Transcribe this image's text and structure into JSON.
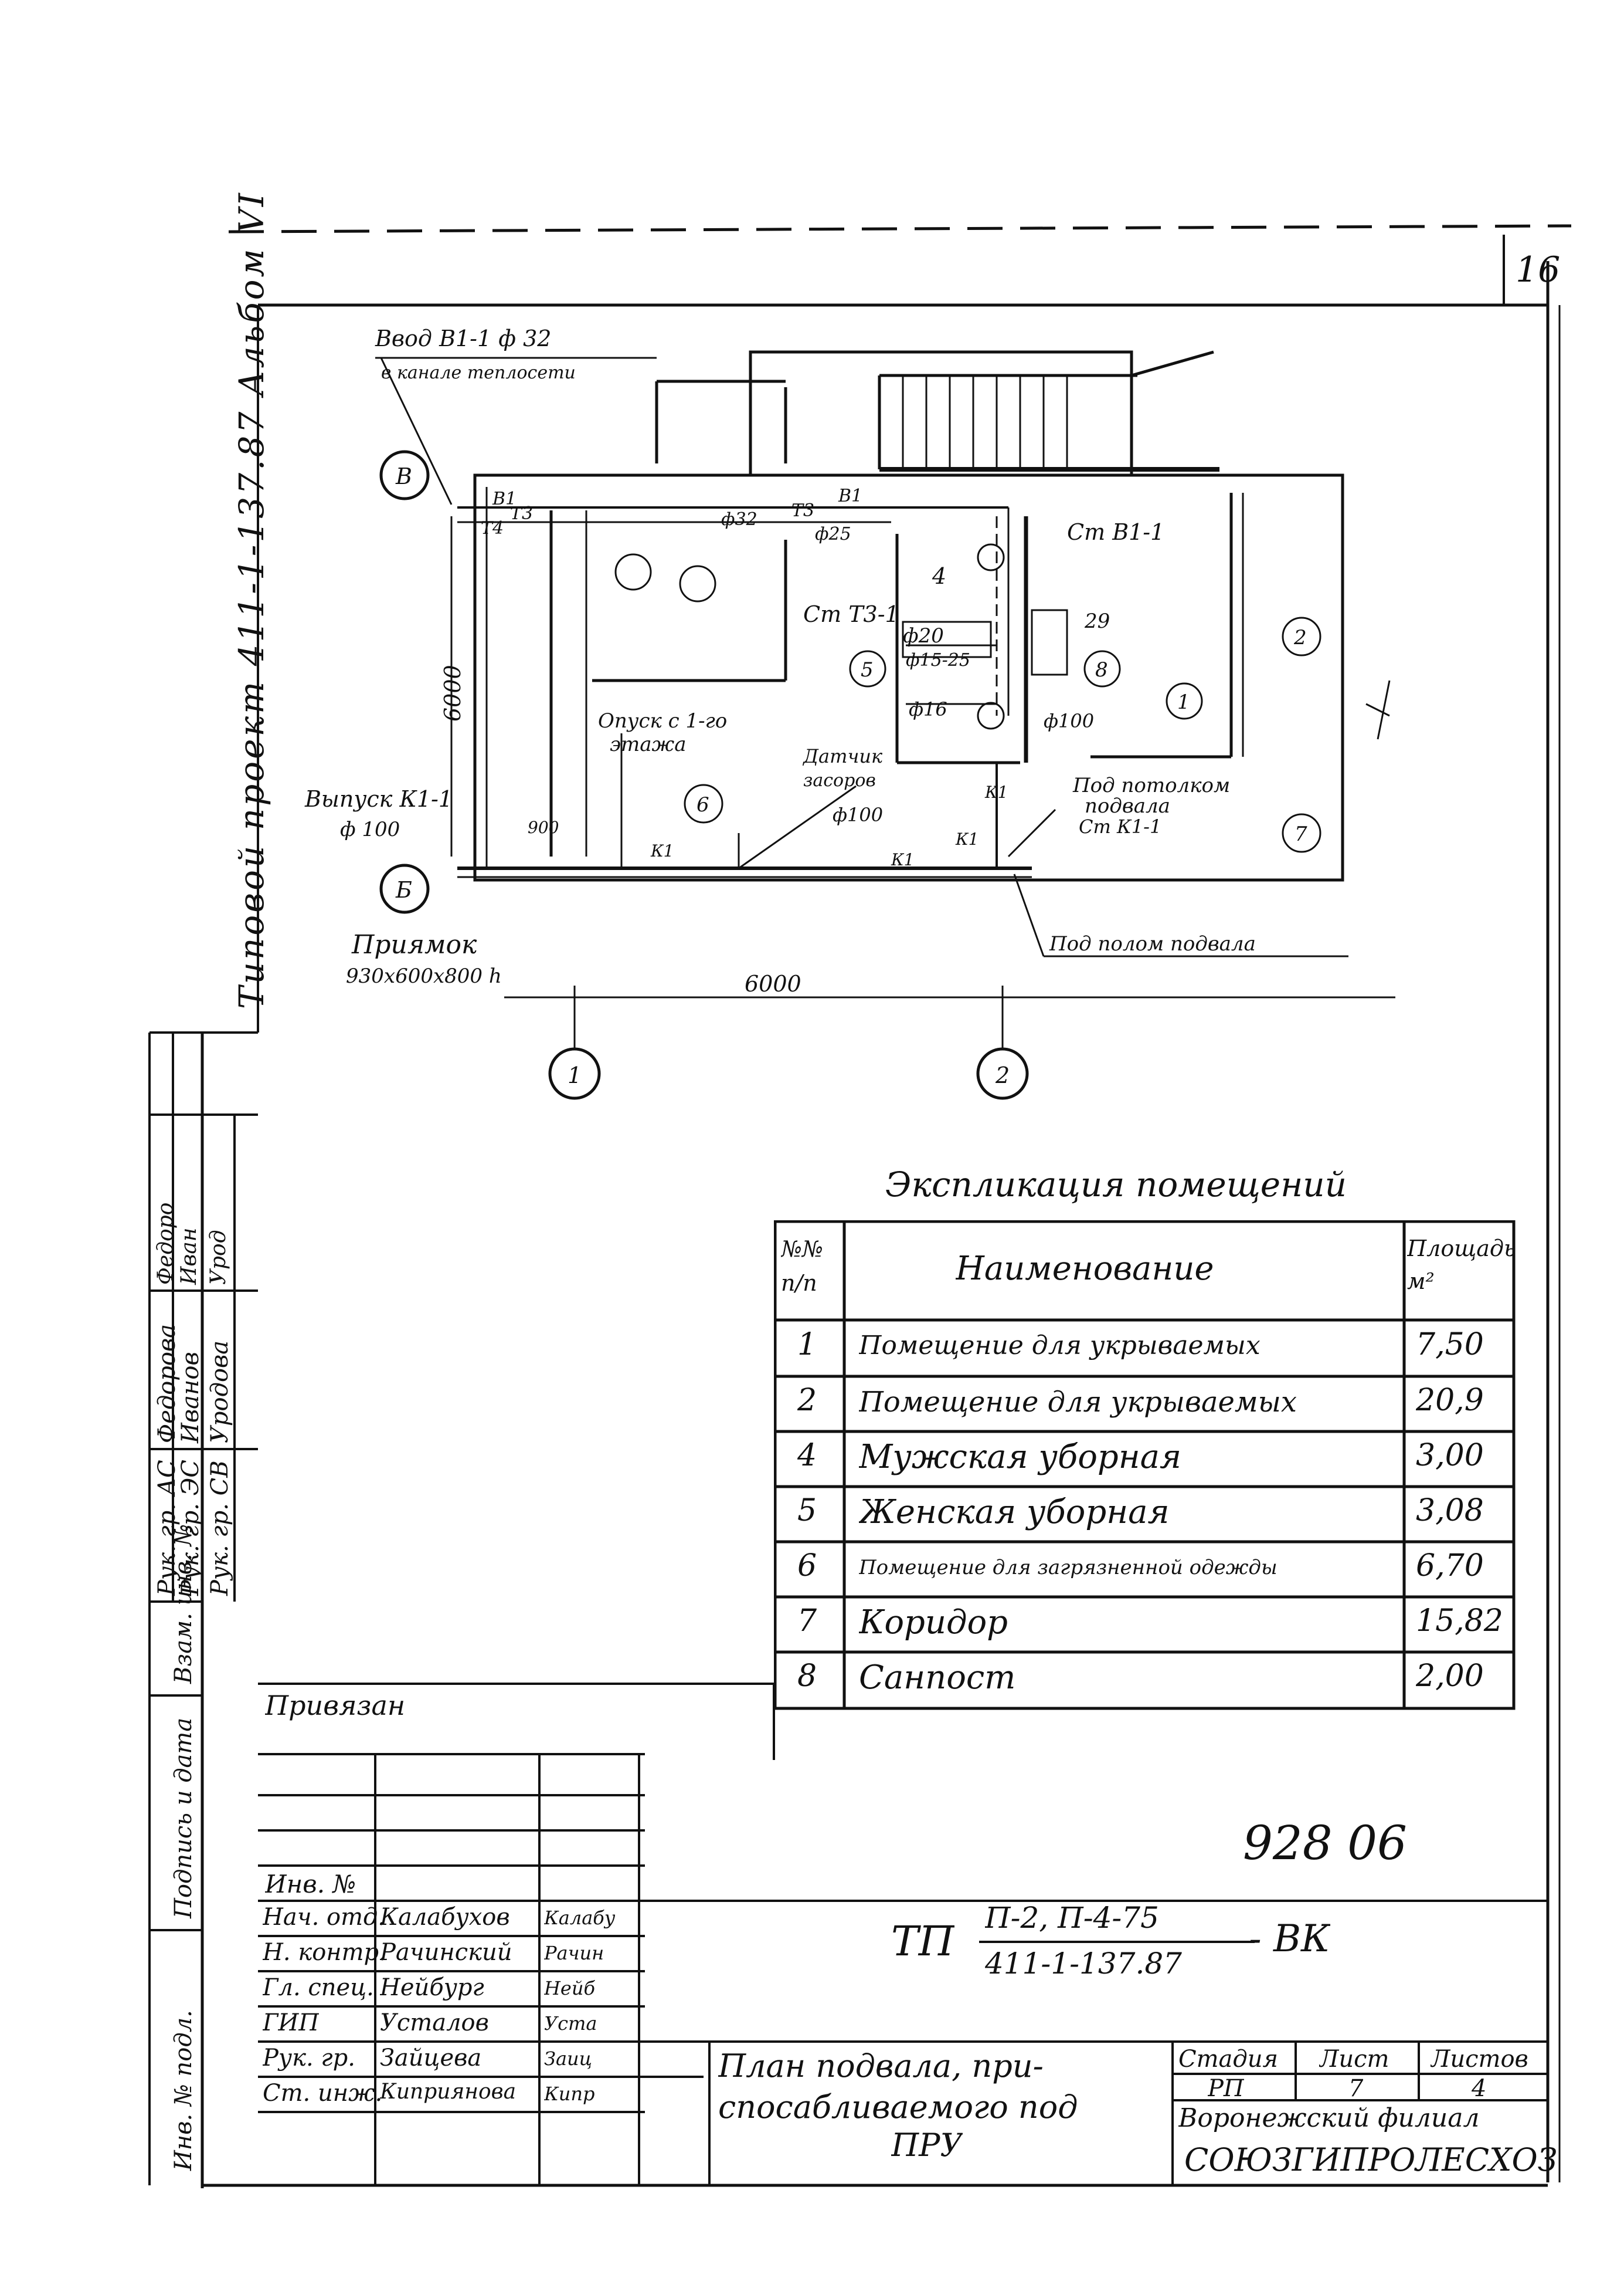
{
  "sheet_number": "16",
  "album_label": "Типовой проект 411-1-137.87 Альбом VI",
  "plan": {
    "labels": {
      "inlet": "Ввод В1-1 ф 32",
      "inlet_note": "в канале теплосети",
      "axis_v": "В",
      "axis_b": "Б",
      "axis_1": "1",
      "axis_2": "2",
      "b1": "В1",
      "t3": "Т3",
      "t4": "Т4",
      "t3b": "Т3",
      "b1b": "В1",
      "d32": "ф32",
      "d25": "ф25",
      "room4": "4",
      "stb11": "Ст В1-1",
      "stt31": "Ст Т3-1",
      "d20": "ф20",
      "n29": "29",
      "d15": "ф15-25",
      "room5": "5",
      "room8": "8",
      "room1": "1",
      "room2": "2",
      "d16": "ф16",
      "d100a": "ф100",
      "dim6000v": "6000",
      "lowering": "Опуск с 1-го",
      "lowering2": "этажа",
      "room6": "6",
      "sensor": "Датчик",
      "sensor2": "засоров",
      "d100b": "ф100",
      "ceiling": "Под потолком",
      "ceiling2": "подвала",
      "stk11": "Ст К1-1",
      "room7": "7",
      "outlet": "Выпуск К1-1",
      "outlet2": "ф 100",
      "d900": "900",
      "k1a": "К1",
      "k1b": "К1",
      "k1c": "К1",
      "k1d": "К1",
      "pit": "Приямок",
      "pit2": "930x600x800 h",
      "underfloor": "Под полом подвала",
      "dim6000h": "6000",
      "r1": "1",
      "r2": "2"
    }
  },
  "explication": {
    "title": "Экспликация помещений",
    "col_num": "№№ п/п",
    "col_name": "Наименование",
    "col_area": "Площадь м²",
    "rows": [
      {
        "n": "1",
        "name": "Помещение для укрываемых",
        "area": "7,50"
      },
      {
        "n": "2",
        "name": "Помещение для укрываемых",
        "area": "20,9"
      },
      {
        "n": "4",
        "name": "Мужская уборная",
        "area": "3,00"
      },
      {
        "n": "5",
        "name": "Женская уборная",
        "area": "3,08"
      },
      {
        "n": "6",
        "name": "Помещение для загрязненной одежды",
        "area": "6,70"
      },
      {
        "n": "7",
        "name": "Коридор",
        "area": "15,82"
      },
      {
        "n": "8",
        "name": "Санпост",
        "area": "2,00"
      }
    ]
  },
  "approval_block": {
    "rows": [
      {
        "role": "Рук. гр. АС",
        "name": "Федорова",
        "sig": "Федоро"
      },
      {
        "role": "Рук. гр. ЭС",
        "name": "Иванов",
        "sig": "Иван"
      },
      {
        "role": "Рук. гр. СВ",
        "name": "Уродова",
        "sig": "Урод"
      }
    ]
  },
  "left_margin": {
    "c1": "Инв. № подл.",
    "c2": "Подпись и дата",
    "c3": "Взам. инв. №"
  },
  "privyazan": "Привязан",
  "inv_no": "Инв. №",
  "doc_number": "928 06",
  "designation_top": "П-2, П-4-75",
  "designation_prefix": "ТП",
  "designation_bottom": "411-1-137.87",
  "designation_suffix": "- ВК",
  "signatures": [
    {
      "role": "Нач. отд.",
      "name": "Калабухов",
      "sig": "Калабу"
    },
    {
      "role": "Н. контр.",
      "name": "Рачинский",
      "sig": "Рачин"
    },
    {
      "role": "Гл. спец.",
      "name": "Нейбург",
      "sig": "Нейб"
    },
    {
      "role": "ГИП",
      "name": "Усталов",
      "sig": "Уста"
    },
    {
      "role": "Рук. гр.",
      "name": "Зайцева",
      "sig": "Заиц"
    },
    {
      "role": "Ст. инж.",
      "name": "Киприянова",
      "sig": "Кипр"
    }
  ],
  "drawing_title": "План подвала, приспосабливаемого под ПРУ",
  "drawing_title_l1": "План подвала, при-",
  "drawing_title_l2": "спосабливаемого под",
  "drawing_title_l3": "ПРУ",
  "stage_header": "Стадия",
  "sheet_header": "Лист",
  "sheets_header": "Листов",
  "stage_value": "РП",
  "sheet_value": "7",
  "sheets_value": "4",
  "org_line1": "Воронежский филиал",
  "org_line2": "СОЮЗГИПРОЛЕСХОЗ"
}
